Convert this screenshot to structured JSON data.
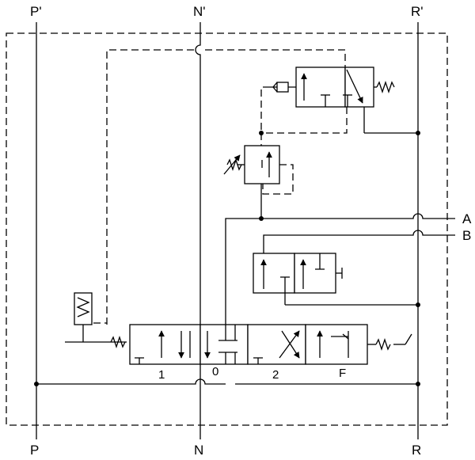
{
  "ports": {
    "p_top": "P'",
    "n_top": "N'",
    "r_top": "R'",
    "p_bottom": "P",
    "n_bottom": "N",
    "r_bottom": "R",
    "a": "A",
    "b": "B"
  },
  "positions": {
    "pos_1": "1",
    "pos_0": "0",
    "pos_2": "2",
    "pos_f": "F"
  }
}
